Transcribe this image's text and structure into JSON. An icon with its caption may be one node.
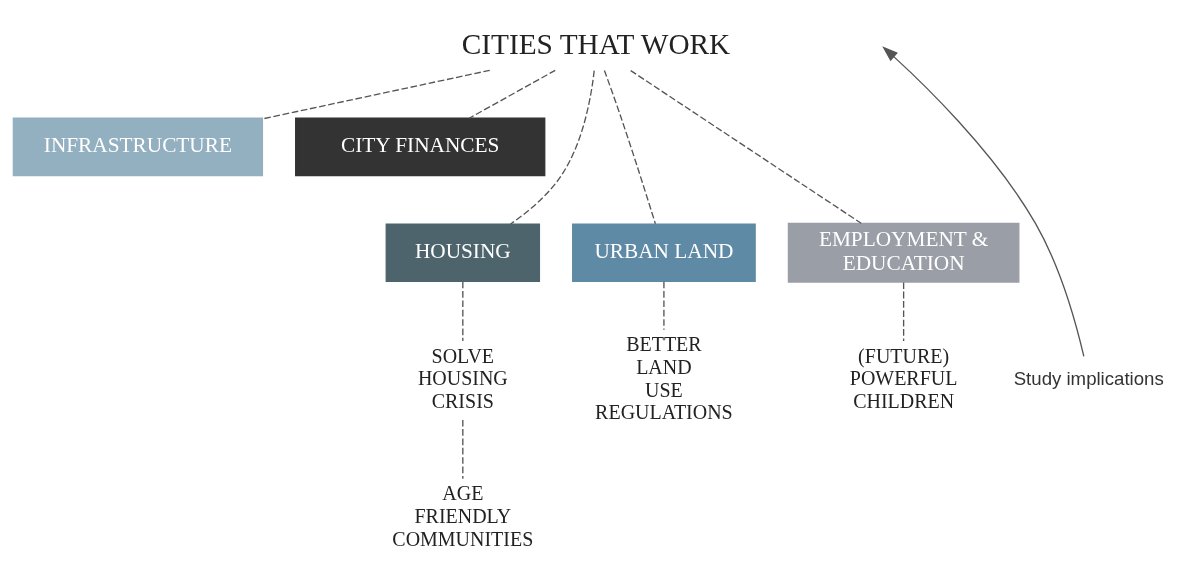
{
  "diagram": {
    "nodes": [
      {
        "text": [
          "CITIES THAT WORK"
        ]
      },
      {
        "text": [
          "INFRASTRUCTURE"
        ]
      },
      {
        "text": [
          "CITY FINANCES"
        ]
      },
      {
        "text": [
          "HOUSING"
        ]
      },
      {
        "text": [
          "URBAN LAND"
        ]
      },
      {
        "text": [
          "EMPLOYMENT & EDUCATION"
        ]
      },
      {
        "text": [
          "Study implications"
        ]
      },
      {
        "text": [
          "SOLVE HOUSING CRISIS"
        ]
      },
      {
        "text": [
          "BETTER LAND USE REGULATIONS"
        ]
      },
      {
        "text": [
          "(FUTURE) POWERFUL CHILDREN"
        ]
      },
      {
        "text": [
          "AGE FRIENDLY COMMUNITIES"
        ]
      }
    ],
    "edges": [
      {
        "from": 0,
        "to": 1,
        "arrow": "none",
        "style": "dashed"
      },
      {
        "from": 0,
        "to": 3,
        "arrow": "none",
        "style": "dashed"
      },
      {
        "from": 0,
        "to": 4,
        "arrow": "none",
        "style": "dashed"
      },
      {
        "from": 0,
        "to": 5,
        "arrow": "none",
        "style": "dashed"
      },
      {
        "from": 0,
        "to": 2,
        "arrow": "none",
        "style": "dashed"
      },
      {
        "from": 3,
        "to": 7,
        "arrow": "none",
        "style": "dashed"
      },
      {
        "from": 4,
        "to": 8,
        "arrow": "none",
        "style": "dashed"
      },
      {
        "from": 5,
        "to": 9,
        "arrow": "none",
        "style": "dashed"
      },
      {
        "from": 6,
        "to": null,
        "arrow": "to"
      },
      {
        "from": 7,
        "to": 10,
        "arrow": "none",
        "style": "dashed"
      }
    ]
  }
}
